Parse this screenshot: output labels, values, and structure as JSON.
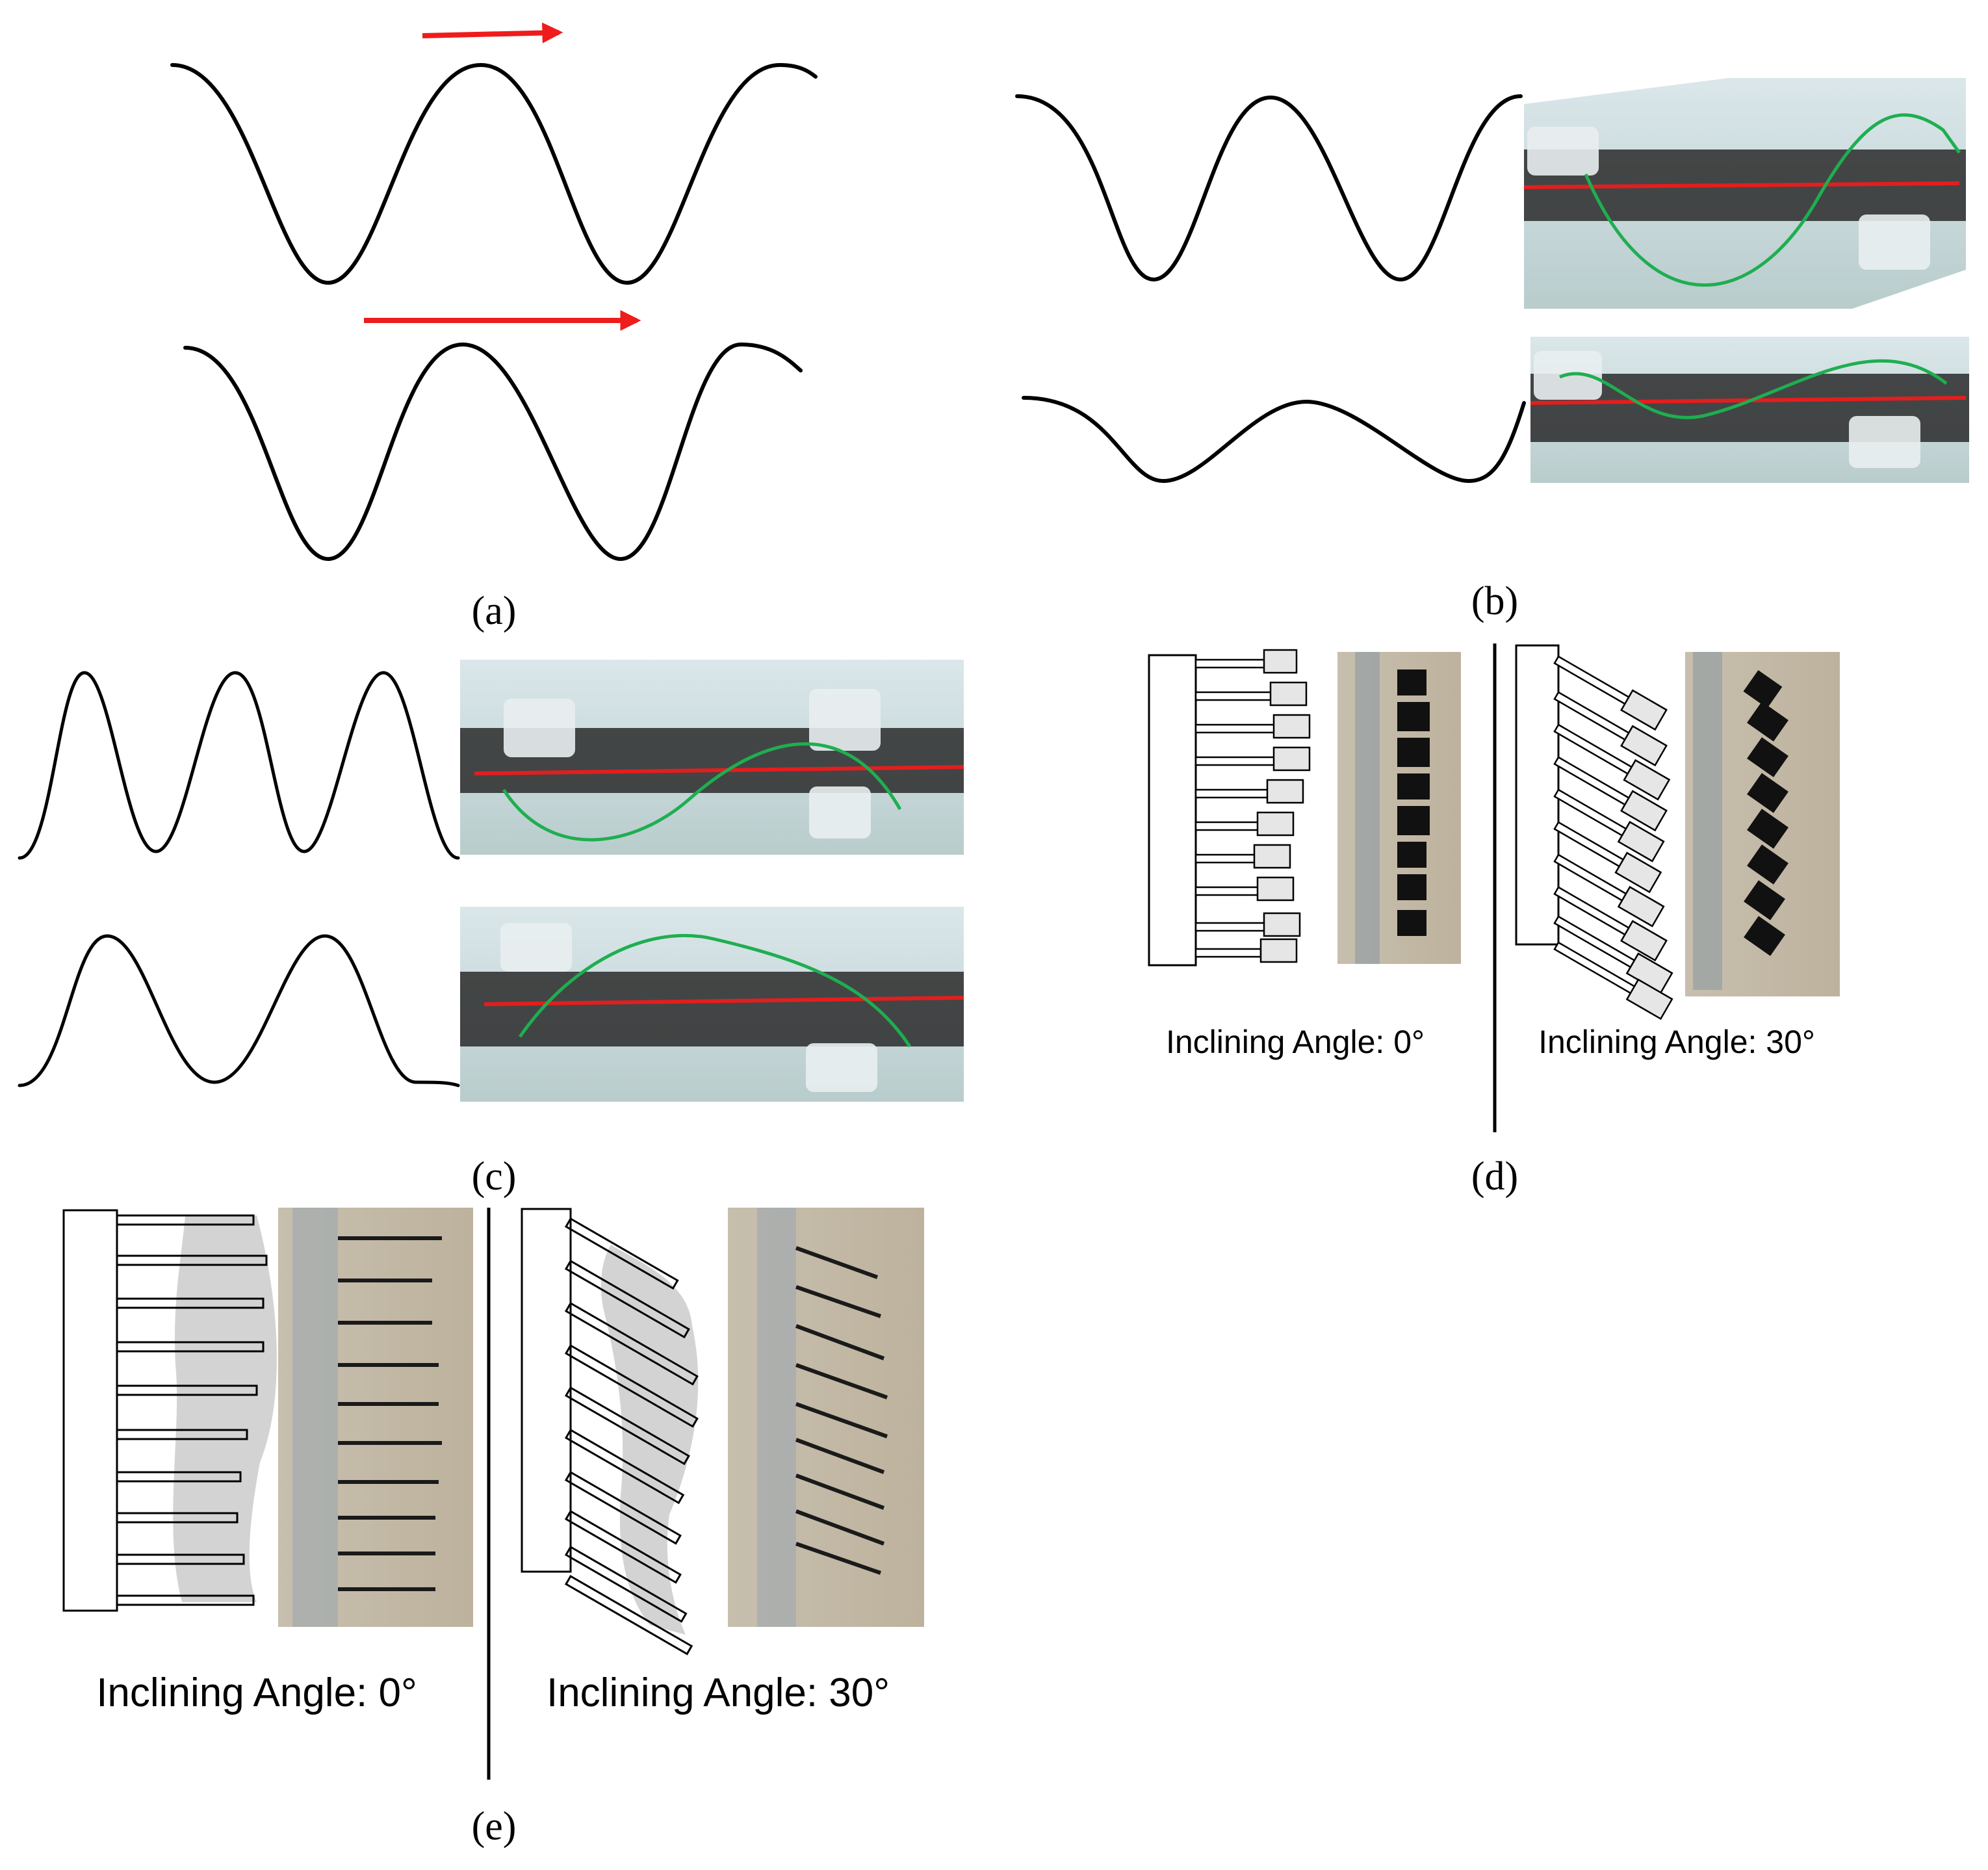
{
  "panels": {
    "a": {
      "label": "(a)"
    },
    "b": {
      "label": "(b)"
    },
    "c": {
      "label": "(c)"
    },
    "d": {
      "label": "(d)",
      "left_caption": "Inclining Angle: 0°",
      "right_caption": "Inclining Angle: 30°"
    },
    "e": {
      "label": "(e)",
      "left_caption": "Inclining Angle: 0°",
      "right_caption": "Inclining Angle: 30°"
    }
  },
  "colors": {
    "wave": "#000000",
    "arrow": "#ee1c1c",
    "baseline": "#e31e1e",
    "fin_curve": "#1fae50",
    "shade": "#d3d3d3",
    "photo_bg": "#cfe0e2",
    "robot_body": "#1c1c1c"
  }
}
